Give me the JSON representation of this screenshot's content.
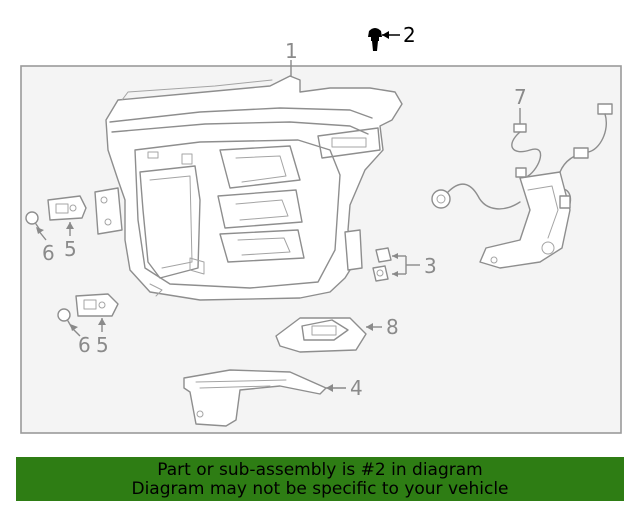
{
  "callouts": {
    "c1": "1",
    "c2": "2",
    "c3": "3",
    "c4": "4",
    "c5a": "5",
    "c5b": "5",
    "c6a": "6",
    "c6b": "6",
    "c7": "7",
    "c8": "8"
  },
  "highlighted_part": "2",
  "banner": {
    "line1": "Part or sub-assembly is #2 in diagram",
    "line2": "Diagram may not be specific to your vehicle",
    "background": "#2e7d14"
  }
}
